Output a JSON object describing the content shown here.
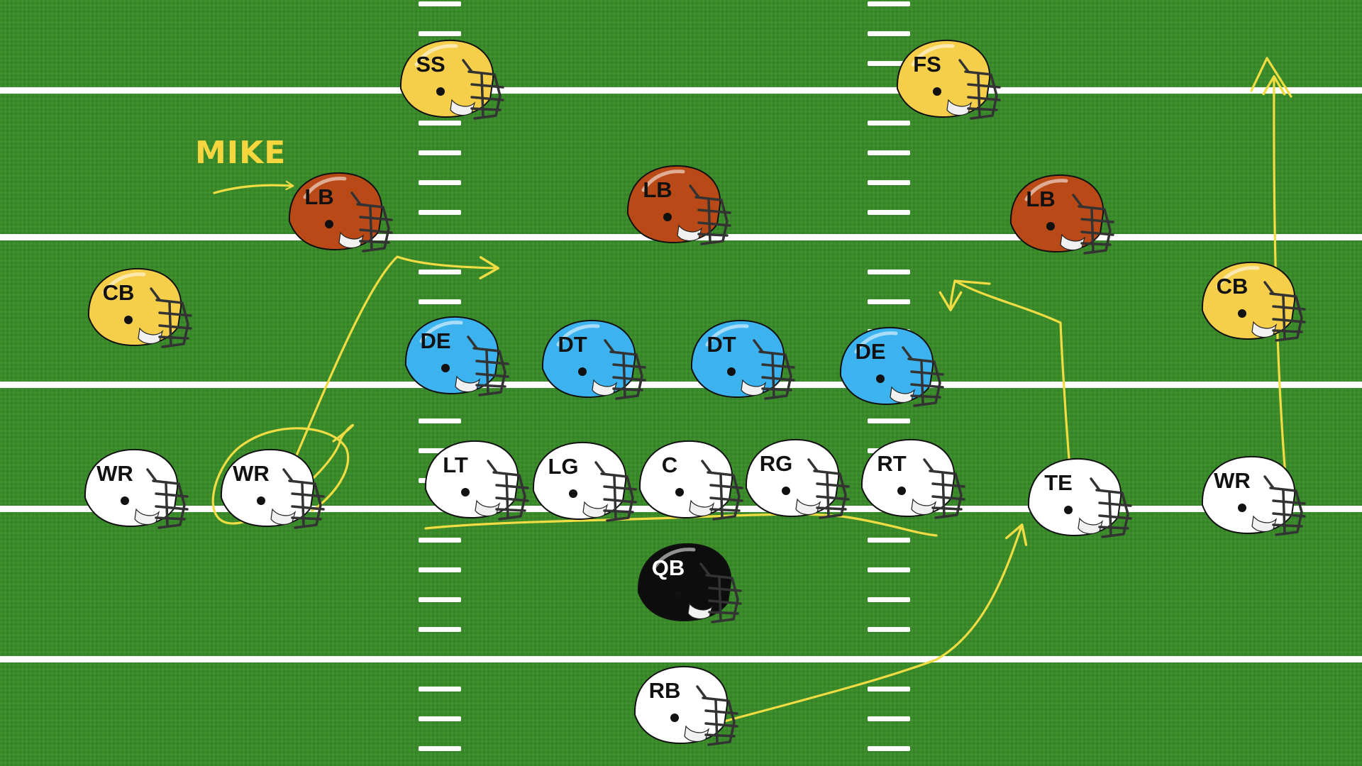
{
  "annotation": {
    "label": "MIKE",
    "color": "#f5d63f"
  },
  "colors": {
    "field": "#3a8a2a",
    "yard_line": "#ffffff",
    "route": "#f2dc43",
    "safety_corner": "#f5cf4a",
    "linebacker": "#b94a17",
    "defensive_line": "#3cb3ef",
    "offense": "#ffffff",
    "quarterback": "#0d0d0d"
  },
  "defense": [
    {
      "id": "ss",
      "label": "SS",
      "role": "safety_corner"
    },
    {
      "id": "fs",
      "label": "FS",
      "role": "safety_corner"
    },
    {
      "id": "lb-left",
      "label": "LB",
      "role": "linebacker"
    },
    {
      "id": "lb-middle",
      "label": "LB",
      "role": "linebacker"
    },
    {
      "id": "lb-right",
      "label": "LB",
      "role": "linebacker"
    },
    {
      "id": "cb-left",
      "label": "CB",
      "role": "safety_corner"
    },
    {
      "id": "cb-right",
      "label": "CB",
      "role": "safety_corner"
    },
    {
      "id": "de-left",
      "label": "DE",
      "role": "defensive_line"
    },
    {
      "id": "dt-left",
      "label": "DT",
      "role": "defensive_line"
    },
    {
      "id": "dt-right",
      "label": "DT",
      "role": "defensive_line"
    },
    {
      "id": "de-right",
      "label": "DE",
      "role": "defensive_line"
    }
  ],
  "offense": [
    {
      "id": "wr-left-outside",
      "label": "WR",
      "role": "offense"
    },
    {
      "id": "wr-left-slot",
      "label": "WR",
      "role": "offense"
    },
    {
      "id": "lt",
      "label": "LT",
      "role": "offense"
    },
    {
      "id": "lg",
      "label": "LG",
      "role": "offense"
    },
    {
      "id": "c",
      "label": "C",
      "role": "offense"
    },
    {
      "id": "rg",
      "label": "RG",
      "role": "offense"
    },
    {
      "id": "rt",
      "label": "RT",
      "role": "offense"
    },
    {
      "id": "te",
      "label": "TE",
      "role": "offense"
    },
    {
      "id": "wr-right",
      "label": "WR",
      "role": "offense"
    },
    {
      "id": "qb",
      "label": "QB",
      "role": "quarterback"
    },
    {
      "id": "rb",
      "label": "RB",
      "role": "offense"
    }
  ]
}
